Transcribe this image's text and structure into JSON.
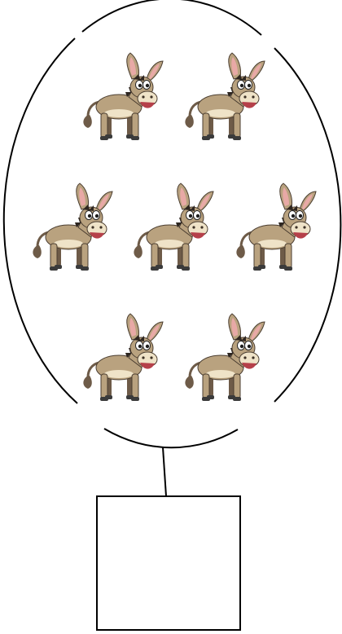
{
  "diagram": {
    "group": {
      "item_icon": "donkey-icon",
      "item_count": 7,
      "rows": [
        2,
        3,
        2
      ]
    },
    "answer_box": {
      "value": ""
    }
  },
  "colors": {
    "stroke": "#000000",
    "donkey_body": "#b9a27f",
    "donkey_belly": "#efe3c8",
    "donkey_dark": "#6e5b48",
    "donkey_mane": "#2e2620",
    "donkey_hoof": "#3b3b3b",
    "donkey_inner_ear": "#e8a9a6",
    "donkey_mouth": "#b5404a"
  }
}
